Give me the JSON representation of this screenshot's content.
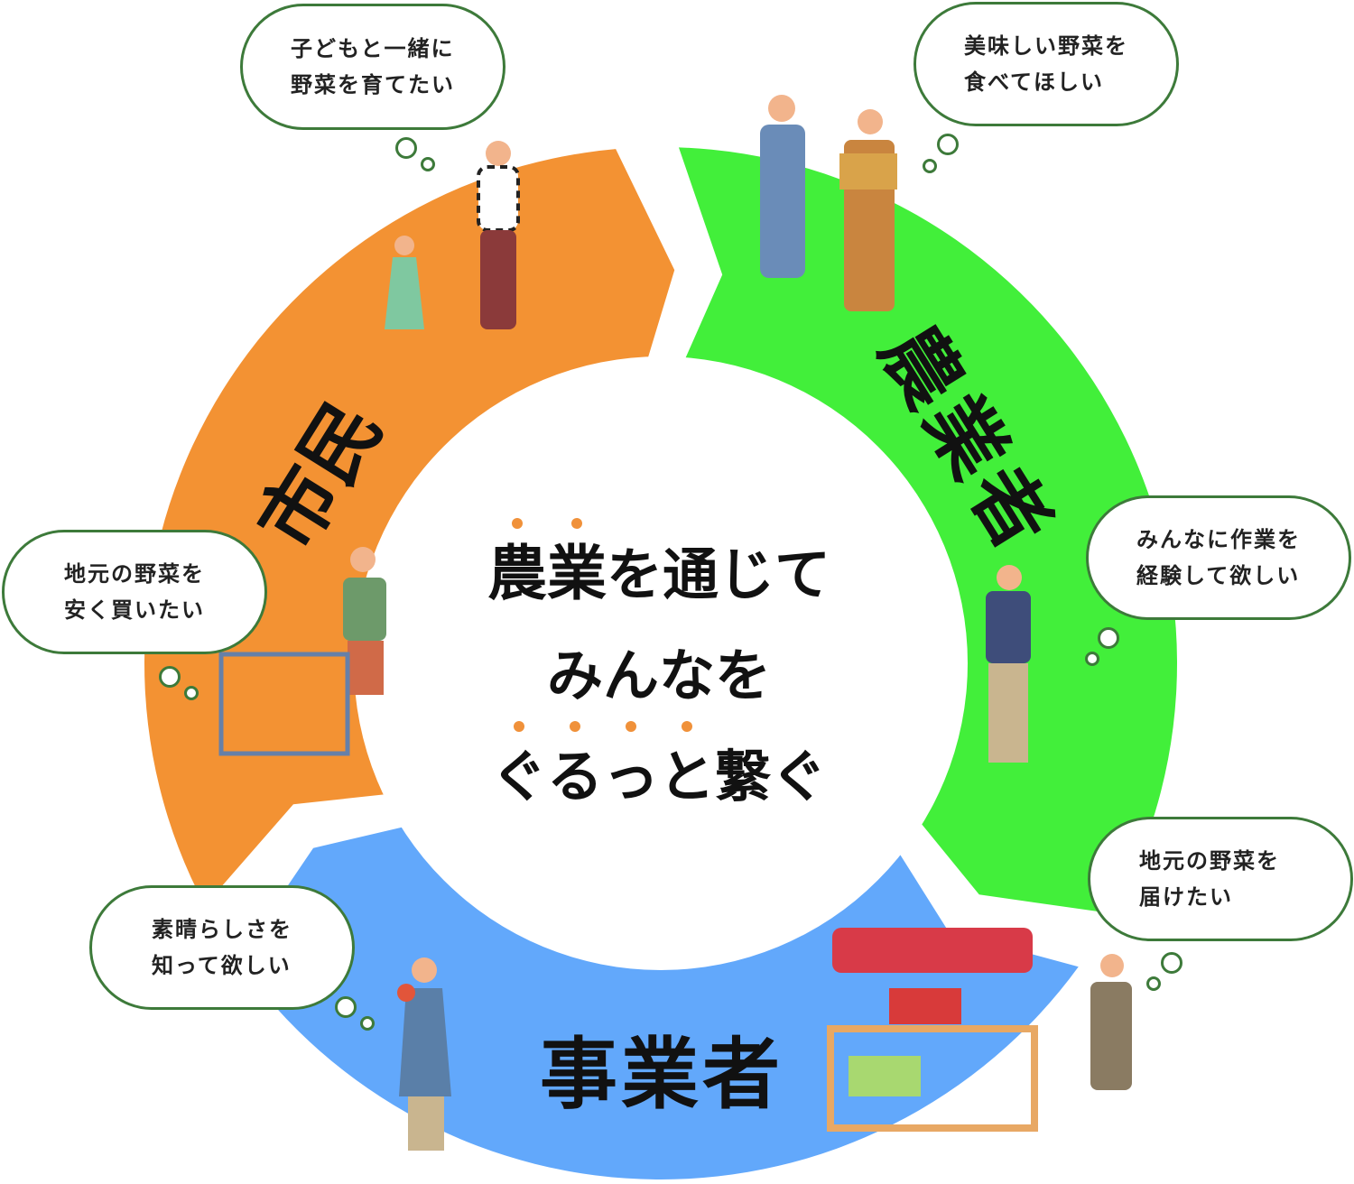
{
  "colors": {
    "citizen": "#f39233",
    "farmer": "#42ef3a",
    "business": "#62a8fb",
    "bubble_border": "#3d7a3a",
    "accent_dot": "#f0913a"
  },
  "center": {
    "line1_em": [
      "農",
      "業"
    ],
    "line1_rest": "を通じて",
    "line2": "みんなを",
    "line3_em": [
      "ぐ",
      "る",
      "っ",
      "と"
    ],
    "line3_rest": "繋ぐ"
  },
  "segments": {
    "citizen": "市民",
    "farmer": "農業者",
    "business": "事業者"
  },
  "bubbles": [
    {
      "id": "citizen-top",
      "lines": [
        "子どもと一緒に",
        "野菜を育てたい"
      ]
    },
    {
      "id": "farmer-top",
      "lines": [
        "美味しい野菜を",
        "食べてほしい"
      ]
    },
    {
      "id": "citizen-left",
      "lines": [
        "地元の野菜を",
        "安く買いたい"
      ]
    },
    {
      "id": "farmer-right",
      "lines": [
        "みんなに作業を",
        "経験して欲しい"
      ]
    },
    {
      "id": "business-right",
      "lines": [
        "地元の野菜を",
        "届けたい"
      ]
    },
    {
      "id": "business-left",
      "lines": [
        "素晴らしさを",
        "知って欲しい"
      ]
    }
  ]
}
